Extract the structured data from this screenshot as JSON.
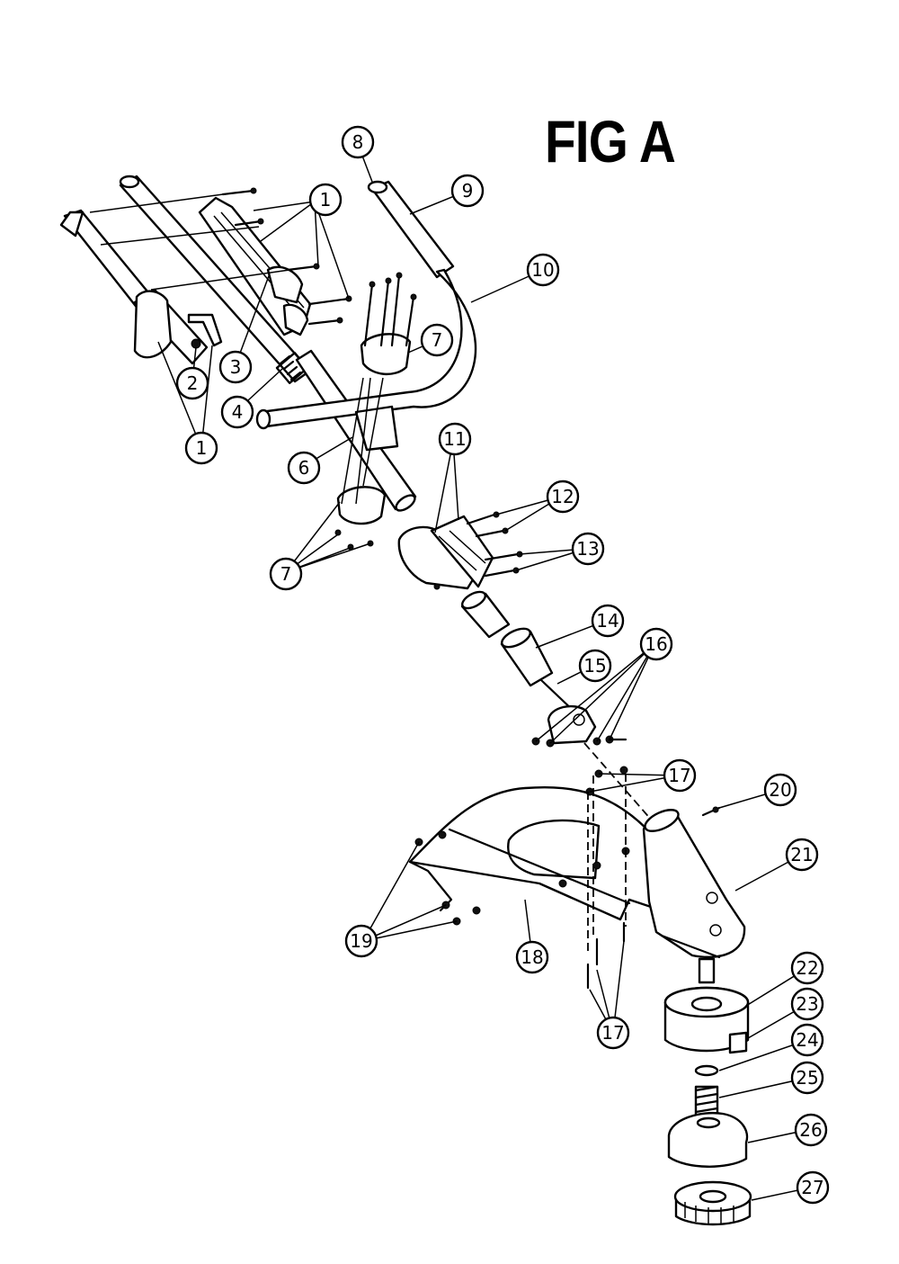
{
  "figure": {
    "title": "FIG A"
  },
  "callouts": [
    {
      "id": "c1a",
      "label": "1"
    },
    {
      "id": "c1b",
      "label": "1"
    },
    {
      "id": "c2",
      "label": "2"
    },
    {
      "id": "c3",
      "label": "3"
    },
    {
      "id": "c4",
      "label": "4"
    },
    {
      "id": "c6",
      "label": "6"
    },
    {
      "id": "c7a",
      "label": "7"
    },
    {
      "id": "c7b",
      "label": "7"
    },
    {
      "id": "c8",
      "label": "8"
    },
    {
      "id": "c9",
      "label": "9"
    },
    {
      "id": "c10",
      "label": "10"
    },
    {
      "id": "c11",
      "label": "11"
    },
    {
      "id": "c12",
      "label": "12"
    },
    {
      "id": "c13",
      "label": "13"
    },
    {
      "id": "c14",
      "label": "14"
    },
    {
      "id": "c15",
      "label": "15"
    },
    {
      "id": "c16",
      "label": "16"
    },
    {
      "id": "c17a",
      "label": "17"
    },
    {
      "id": "c17b",
      "label": "17"
    },
    {
      "id": "c18",
      "label": "18"
    },
    {
      "id": "c19",
      "label": "19"
    },
    {
      "id": "c20",
      "label": "20"
    },
    {
      "id": "c21",
      "label": "21"
    },
    {
      "id": "c22",
      "label": "22"
    },
    {
      "id": "c23",
      "label": "23"
    },
    {
      "id": "c24",
      "label": "24"
    },
    {
      "id": "c25",
      "label": "25"
    },
    {
      "id": "c26",
      "label": "26"
    },
    {
      "id": "c27",
      "label": "27"
    }
  ]
}
